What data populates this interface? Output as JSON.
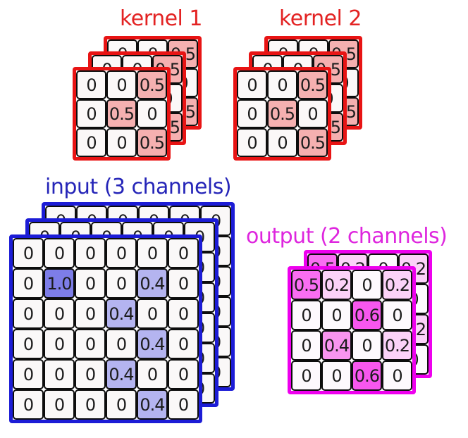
{
  "diagram": {
    "description": "2D convolution diagram: 3-channel input convolved with two 3x3 kernels producing a 2-channel output",
    "cell_text_color": "#1c1c1c",
    "layer_order": "index 0 = back layer, last index = front layer"
  },
  "stacks": [
    {
      "id": "kernel1",
      "title": "kernel 1",
      "title_color": "#e32222",
      "border_color": "#e81414",
      "cell_default_color": "#fbf8f8",
      "value_colors": {
        "0.5": "#f5b0b0"
      },
      "layers": [
        [
          [
            "0",
            "0",
            "0.5"
          ],
          [
            "0",
            "0.5",
            "0"
          ],
          [
            "0",
            "0",
            "0.5"
          ]
        ],
        [
          [
            "0",
            "0",
            "0.5"
          ],
          [
            "0",
            "0.5",
            "0"
          ],
          [
            "0",
            "0",
            "0.5"
          ]
        ],
        [
          [
            "0",
            "0",
            "0.5"
          ],
          [
            "0",
            "0.5",
            "0"
          ],
          [
            "0",
            "0",
            "0.5"
          ]
        ]
      ]
    },
    {
      "id": "kernel2",
      "title": "kernel 2",
      "title_color": "#e32222",
      "border_color": "#e81414",
      "cell_default_color": "#fbf8f8",
      "value_colors": {
        "0.5": "#f5b0b0"
      },
      "layers": [
        [
          [
            "0",
            "0",
            "0.5"
          ],
          [
            "0",
            "0.5",
            "0"
          ],
          [
            "0",
            "0",
            "0.5"
          ]
        ],
        [
          [
            "0",
            "0",
            "0.5"
          ],
          [
            "0",
            "0.5",
            "0"
          ],
          [
            "0",
            "0",
            "0.5"
          ]
        ],
        [
          [
            "0",
            "0",
            "0.5"
          ],
          [
            "0",
            "0.5",
            "0"
          ],
          [
            "0",
            "0",
            "0.5"
          ]
        ]
      ]
    },
    {
      "id": "input",
      "title": "input (3 channels)",
      "title_color": "#2525b8",
      "border_color": "#1c1cd6",
      "cell_default_color": "#faf8f8",
      "value_colors": {
        "1.0": "#7d7de8",
        "0.4": "#b4b4f0"
      },
      "layers": [
        [
          [
            "0",
            "0",
            "0",
            "0",
            "0",
            "0"
          ],
          [
            "0",
            "1.0",
            "0",
            "0",
            "0.4",
            "0"
          ],
          [
            "0",
            "0",
            "0",
            "0.4",
            "0",
            "0"
          ],
          [
            "0",
            "0",
            "0",
            "0",
            "0.4",
            "0"
          ],
          [
            "0",
            "0",
            "0",
            "0.4",
            "0",
            "0"
          ],
          [
            "0",
            "0",
            "0",
            "0",
            "0.4",
            "0"
          ]
        ],
        [
          [
            "0",
            "0",
            "0",
            "0",
            "0",
            "0"
          ],
          [
            "0",
            "1.0",
            "0",
            "0",
            "0.4",
            "0"
          ],
          [
            "0",
            "0",
            "0",
            "0.4",
            "0",
            "0"
          ],
          [
            "0",
            "0",
            "0",
            "0",
            "0.4",
            "0"
          ],
          [
            "0",
            "0",
            "0",
            "0.4",
            "0",
            "0"
          ],
          [
            "0",
            "0",
            "0",
            "0",
            "0.4",
            "0"
          ]
        ],
        [
          [
            "0",
            "0",
            "0",
            "0",
            "0",
            "0"
          ],
          [
            "0",
            "1.0",
            "0",
            "0",
            "0.4",
            "0"
          ],
          [
            "0",
            "0",
            "0",
            "0.4",
            "0",
            "0"
          ],
          [
            "0",
            "0",
            "0",
            "0",
            "0.4",
            "0"
          ],
          [
            "0",
            "0",
            "0",
            "0.4",
            "0",
            "0"
          ],
          [
            "0",
            "0",
            "0",
            "0",
            "0.4",
            "0"
          ]
        ]
      ]
    },
    {
      "id": "output",
      "title": "output (2 channels)",
      "title_color": "#de26de",
      "border_color": "#ee00ee",
      "cell_default_color": "#fdf9fd",
      "value_colors": {
        "0.2": "#fbd2f8",
        "0.4": "#f894ef",
        "0.5": "#f96ef2",
        "0.6": "#f757ee"
      },
      "layers": [
        [
          [
            "0.5",
            "0.2",
            "0",
            "0.2"
          ],
          [
            "0",
            "0",
            "0.6",
            "0"
          ],
          [
            "0",
            "0.4",
            "0",
            "0.2"
          ],
          [
            "0",
            "0",
            "0.6",
            "0"
          ]
        ],
        [
          [
            "0.5",
            "0.2",
            "0",
            "0.2"
          ],
          [
            "0",
            "0",
            "0.6",
            "0"
          ],
          [
            "0",
            "0.4",
            "0",
            "0.2"
          ],
          [
            "0",
            "0",
            "0.6",
            "0"
          ]
        ]
      ]
    }
  ]
}
